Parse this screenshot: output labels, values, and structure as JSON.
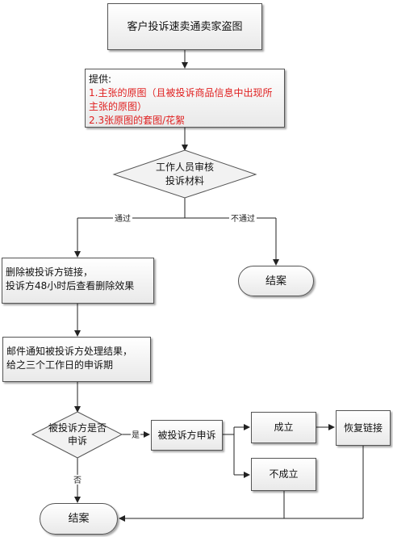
{
  "nodes": {
    "title": "客户投诉速卖通卖家盗图",
    "provide_head": "提供:",
    "provide_item1": "1.主张的原图（且被投诉商品信息中出现所主张的原图）",
    "provide_item2": "2.3张原图的套图/花絮",
    "review_line1": "工作人员审核",
    "review_line2": "投诉材料",
    "delete_line1": "删除被投诉方链接，",
    "delete_line2": "投诉方48小时后查看删除效果",
    "close_top": "结案",
    "email_line1": "邮件通知被投诉方处理结果，",
    "email_line2": "给之三个工作日的申诉期",
    "appeal_q_line1": "被投诉方是否",
    "appeal_q_line2": "申诉",
    "appeal": "被投诉方申诉",
    "success": "成立",
    "restore": "恢复链接",
    "fail": "不成立",
    "close_bottom": "结案"
  },
  "edge_labels": {
    "pass": "通过",
    "not_pass": "不通过",
    "yes": "是",
    "no": "否"
  }
}
